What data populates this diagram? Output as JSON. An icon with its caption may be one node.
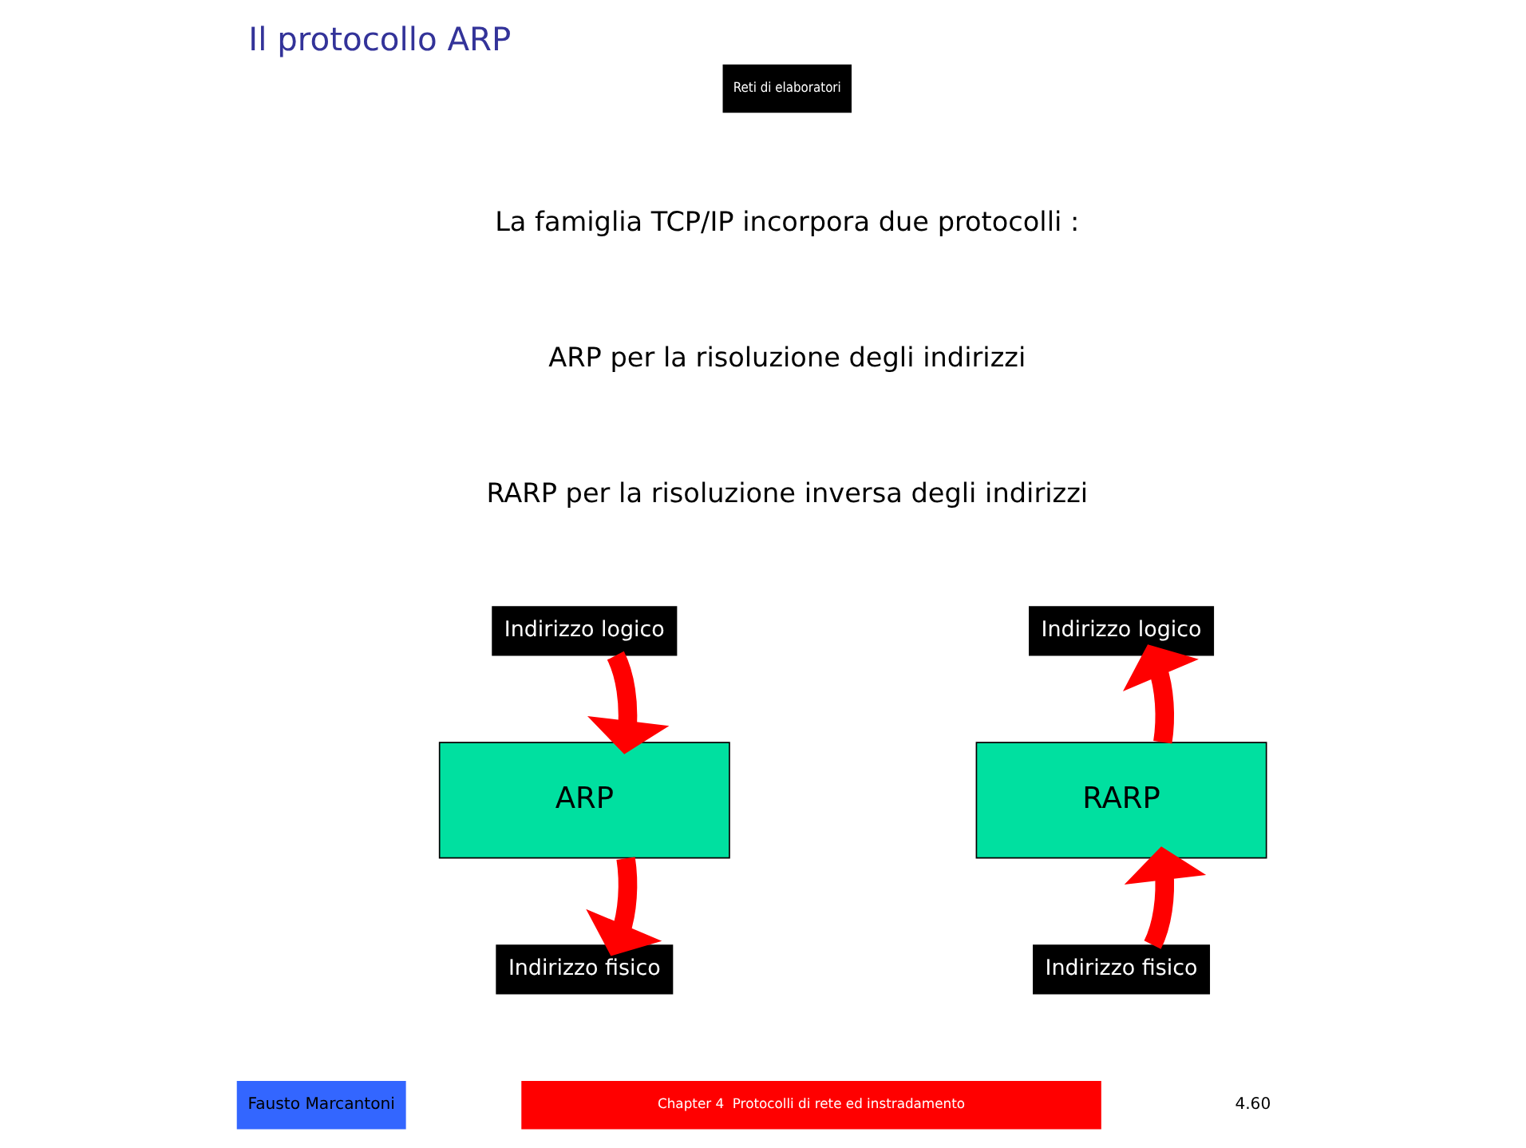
{
  "diagram": {
    "title": "Il protocollo ARP",
    "nodes": [
      {
        "text": [
          "Indirizzo logico"
        ]
      },
      {
        "text": [
          "ARP"
        ]
      },
      {
        "text": [
          "Indirizzo fisico"
        ]
      },
      {
        "text": [
          "Indirizzo logico"
        ]
      },
      {
        "text": [
          "RARP"
        ]
      },
      {
        "text": [
          "Indirizzo fisico"
        ]
      }
    ],
    "edges": [
      {
        "from": 0,
        "to": 1,
        "arrow": "to"
      },
      {
        "from": 1,
        "to": 2,
        "arrow": "to"
      },
      {
        "from": 5,
        "to": 4,
        "arrow": "to"
      },
      {
        "from": 4,
        "to": 3,
        "arrow": "to"
      }
    ],
    "labels": [
      "Reti di elaboratori",
      "La famiglia TCP/IP incorpora due protocolli :",
      "ARP per la risoluzione degli indirizzi",
      "RARP per la risoluzione inversa degli indirizzi",
      "Fausto Marcantoni",
      "Chapter 4  Protocolli di rete ed instradamento",
      "4.60"
    ]
  }
}
